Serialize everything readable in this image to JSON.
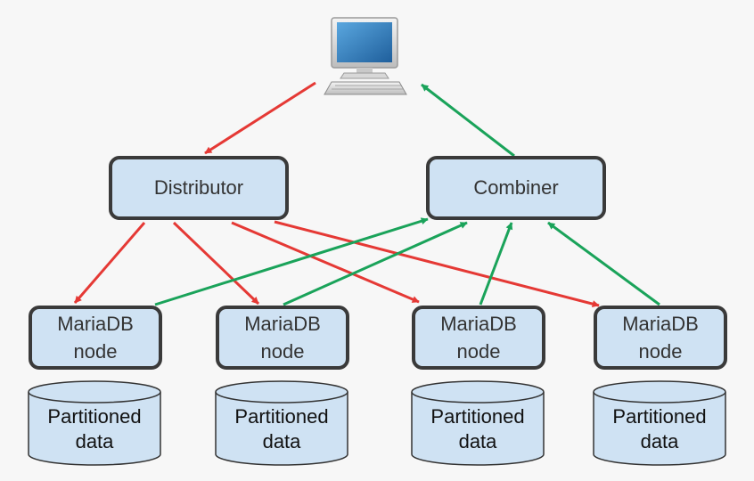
{
  "computer": {
    "icon": "desktop-computer-icon"
  },
  "distributor": {
    "label": "Distributor"
  },
  "combiner": {
    "label": "Combiner"
  },
  "nodes": [
    {
      "line1": "MariaDB",
      "line2": "node"
    },
    {
      "line1": "MariaDB",
      "line2": "node"
    },
    {
      "line1": "MariaDB",
      "line2": "node"
    },
    {
      "line1": "MariaDB",
      "line2": "node"
    }
  ],
  "databases": [
    {
      "line1": "Partitioned",
      "line2": "data"
    },
    {
      "line1": "Partitioned",
      "line2": "data"
    },
    {
      "line1": "Partitioned",
      "line2": "data"
    },
    {
      "line1": "Partitioned",
      "line2": "data"
    }
  ],
  "colors": {
    "request_arrow": "#e53935",
    "response_arrow": "#1aa35a",
    "box_fill": "#cfe2f3",
    "box_border": "#3a3a3a",
    "background": "#f7f7f7"
  }
}
